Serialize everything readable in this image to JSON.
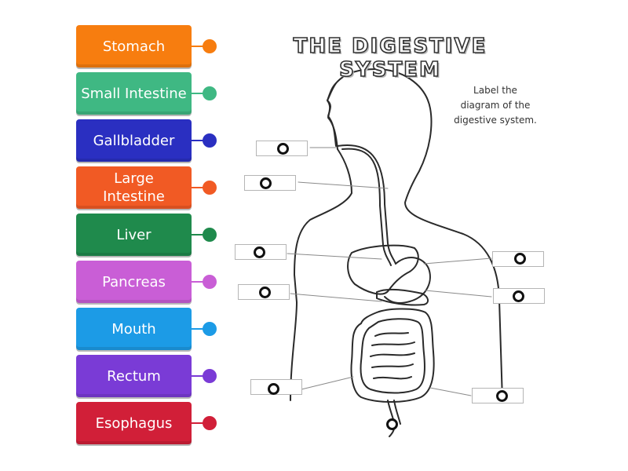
{
  "title": "THE DIGESTIVE SYSTEM",
  "instruction": "Label the diagram of the digestive system.",
  "tiles": [
    {
      "label": "Stomach",
      "color": "#f77d0f"
    },
    {
      "label": "Small Intestine",
      "color": "#3fb883"
    },
    {
      "label": "Gallbladder",
      "color": "#2a2fc1"
    },
    {
      "label": "Large Intestine",
      "color": "#f15a24"
    },
    {
      "label": "Liver",
      "color": "#1f8a4c"
    },
    {
      "label": "Pancreas",
      "color": "#c95ed6"
    },
    {
      "label": "Mouth",
      "color": "#1c9be6"
    },
    {
      "label": "Rectum",
      "color": "#7a3bd6"
    },
    {
      "label": "Esophagus",
      "color": "#d11f38"
    }
  ]
}
